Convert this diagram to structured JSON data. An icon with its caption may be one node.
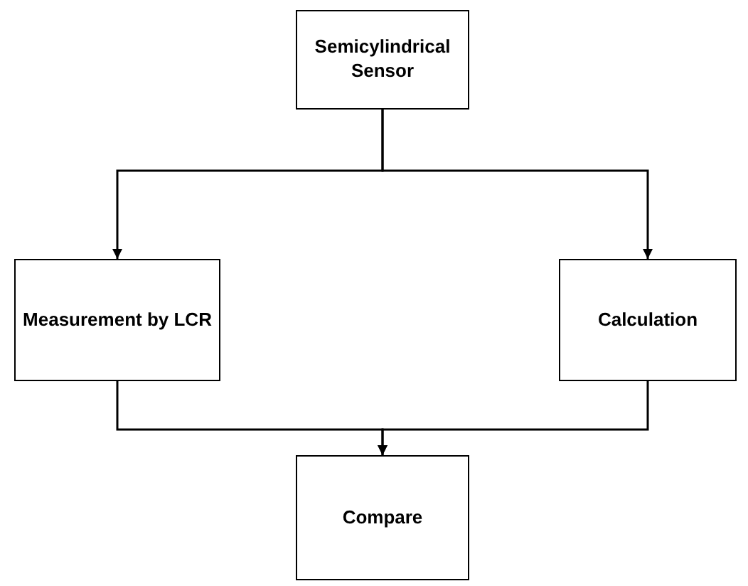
{
  "diagram": {
    "nodes": [
      {
        "text": [
          "Semicylindrical Sensor"
        ]
      },
      {
        "text": [
          "Measurement by LCR"
        ]
      },
      {
        "text": [
          "Calculation"
        ]
      },
      {
        "text": [
          "Compare"
        ]
      }
    ],
    "edges": [
      {
        "from": 0,
        "to": 1,
        "arrow": "to"
      },
      {
        "from": 0,
        "to": 2,
        "arrow": "to"
      },
      {
        "from": 1,
        "to": 3,
        "arrow": "to"
      },
      {
        "from": 2,
        "to": 3,
        "arrow": "to"
      }
    ]
  }
}
